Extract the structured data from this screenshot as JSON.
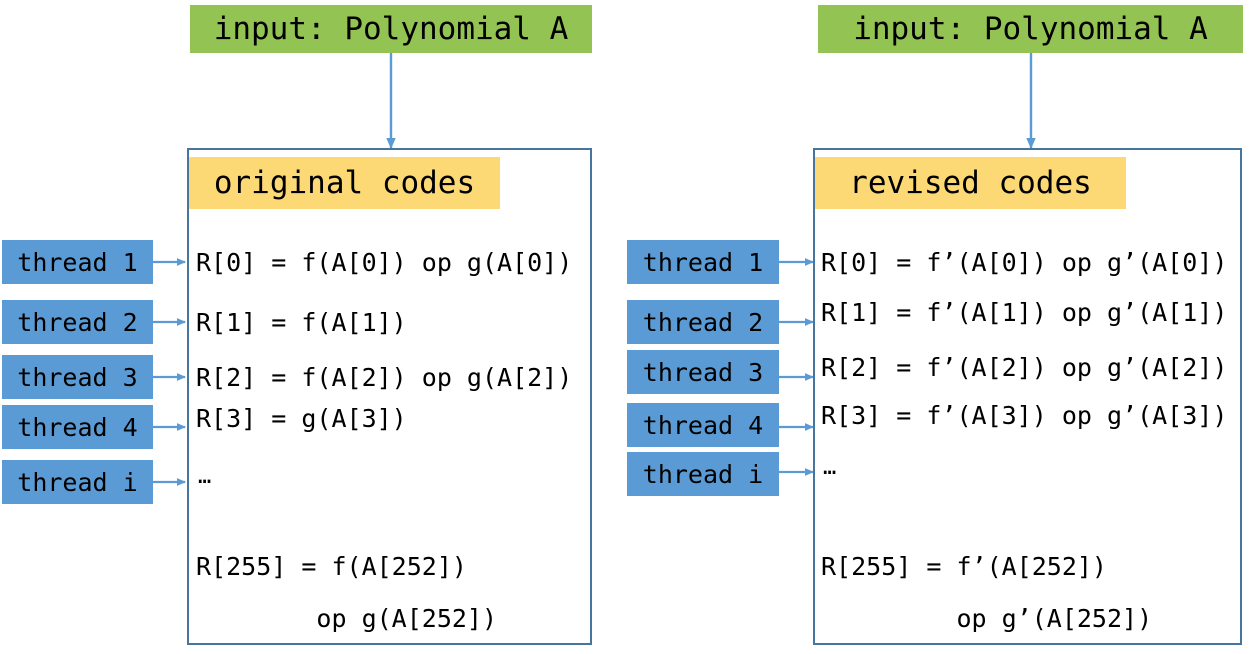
{
  "diagram": {
    "title": "Thread mapping of original vs revised polynomial evaluation codes",
    "colors": {
      "input_box": "#92C353",
      "panel_header": "#FCD975",
      "thread_box": "#5B9BD5",
      "panel_border": "#46769E",
      "arrow": "#5B9BD5",
      "text": "#000000",
      "background": "#FFFFFF"
    },
    "panels": [
      {
        "id": "original",
        "input_label": "input: Polynomial A",
        "header_label": "original codes",
        "threads": [
          {
            "label": "thread 1"
          },
          {
            "label": "thread 2"
          },
          {
            "label": "thread 3"
          },
          {
            "label": "thread 4"
          },
          {
            "label": "thread i"
          }
        ],
        "code_lines": [
          "R[0] = f(A[0]) op g(A[0])",
          "R[1] = f(A[1])",
          "R[2] = f(A[2]) op g(A[2])",
          "R[3] = g(A[3])",
          "…"
        ],
        "tail_lines": [
          "R[255] = f(A[252])",
          "        op g(A[252])"
        ]
      },
      {
        "id": "revised",
        "input_label": "input: Polynomial A",
        "header_label": "revised codes",
        "threads": [
          {
            "label": "thread 1"
          },
          {
            "label": "thread 2"
          },
          {
            "label": "thread 3"
          },
          {
            "label": "thread 4"
          },
          {
            "label": "thread i"
          }
        ],
        "code_lines": [
          "R[0] = f’(A[0]) op g’(A[0])",
          "R[1] = f’(A[1]) op g’(A[1])",
          "R[2] = f’(A[2]) op g’(A[2])",
          "R[3] = f’(A[3]) op g’(A[3])",
          "…"
        ],
        "tail_lines": [
          "R[255] = f’(A[252])",
          "         op g’(A[252])"
        ]
      }
    ]
  }
}
